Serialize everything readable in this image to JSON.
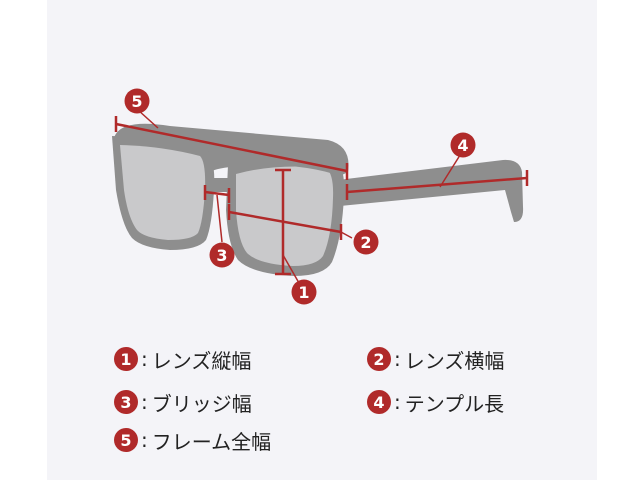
{
  "colors": {
    "accent": "#b02a2a",
    "frame": "#8e8e8e",
    "lens": "#c9c9cb",
    "panel": "#f4f4f8"
  },
  "legend": [
    {
      "num": "1",
      "label": "レンズ縦幅"
    },
    {
      "num": "2",
      "label": "レンズ横幅"
    },
    {
      "num": "3",
      "label": "ブリッジ幅"
    },
    {
      "num": "4",
      "label": "テンプル長"
    },
    {
      "num": "5",
      "label": "フレーム全幅"
    }
  ],
  "separator": ":"
}
